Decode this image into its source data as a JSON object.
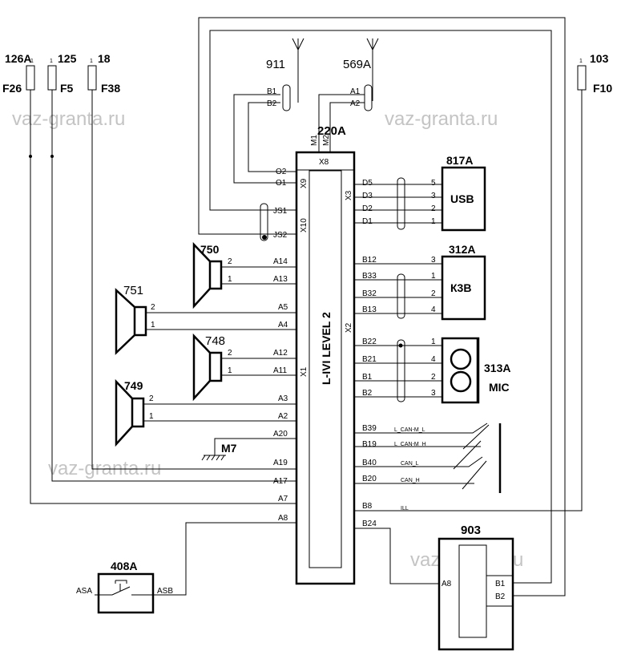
{
  "watermarks": [
    "vaz-granta.ru",
    "vaz-granta.ru",
    "vaz-granta.ru",
    "vaz-granta.ru"
  ],
  "fuses": [
    {
      "id": "126A",
      "name": "F26",
      "pin": "1"
    },
    {
      "id": "125",
      "name": "F5",
      "pin": "1"
    },
    {
      "id": "18",
      "name": "F38",
      "pin": "1"
    },
    {
      "id": "103",
      "name": "F10",
      "pin": "1"
    }
  ],
  "main_unit": {
    "id": "220A",
    "title": "L-IVI LEVEL 2"
  },
  "connectors": {
    "x1": "X1",
    "x2": "X2",
    "x3": "X3",
    "x8": "X8",
    "x9": "X9",
    "x10": "X10"
  },
  "antennas": [
    {
      "id": "911",
      "pins": [
        "B1",
        "B2"
      ]
    },
    {
      "id": "569A",
      "pins": [
        "A1",
        "A2"
      ]
    }
  ],
  "antenna_inputs": [
    "M1",
    "M2"
  ],
  "left_pins": {
    "o2": "O2",
    "o1": "O1",
    "js1": "JS1",
    "js2": "JS2",
    "a14": "A14",
    "a13": "A13",
    "a5": "A5",
    "a4": "A4",
    "a12": "A12",
    "a11": "A11",
    "a3": "A3",
    "a2": "A2",
    "a20": "A20",
    "a19": "A19",
    "a17": "A17",
    "a7": "A7",
    "a8": "A8"
  },
  "speakers": [
    {
      "id": "750",
      "pins": [
        "2",
        "1"
      ]
    },
    {
      "id": "751",
      "pins": [
        "2",
        "1"
      ]
    },
    {
      "id": "748",
      "pins": [
        "2",
        "1"
      ]
    },
    {
      "id": "749",
      "pins": [
        "2",
        "1"
      ]
    }
  ],
  "ground": "M7",
  "usb": {
    "id": "817A",
    "label": "USB",
    "unit_pins": [
      "D5",
      "D3",
      "D2",
      "D1"
    ],
    "pins": [
      "5",
      "3",
      "2",
      "1"
    ]
  },
  "k3b": {
    "id": "312A",
    "label": "К3В",
    "unit_pins": [
      "B12",
      "B33",
      "B32",
      "B13"
    ],
    "pins": [
      "3",
      "1",
      "2",
      "4"
    ]
  },
  "mic": {
    "id": "313A",
    "label": "MIC",
    "unit_pins": [
      "B22",
      "B21",
      "B1",
      "B2"
    ],
    "pins": [
      "1",
      "4",
      "2",
      "3"
    ]
  },
  "can_lines": [
    {
      "pin": "B39",
      "signal": "L_CAN-M_L"
    },
    {
      "pin": "B19",
      "signal": "L_CAN-M_H"
    },
    {
      "pin": "B40",
      "signal": "CAN_L"
    },
    {
      "pin": "B20",
      "signal": "CAN_H"
    }
  ],
  "ill": {
    "pin": "B8",
    "signal": "ILL"
  },
  "b24": "B24",
  "module_903": {
    "id": "903",
    "pins": [
      "A8",
      "B1",
      "B2"
    ]
  },
  "switch_408a": {
    "id": "408A",
    "left": "ASA",
    "right": "ASB"
  }
}
